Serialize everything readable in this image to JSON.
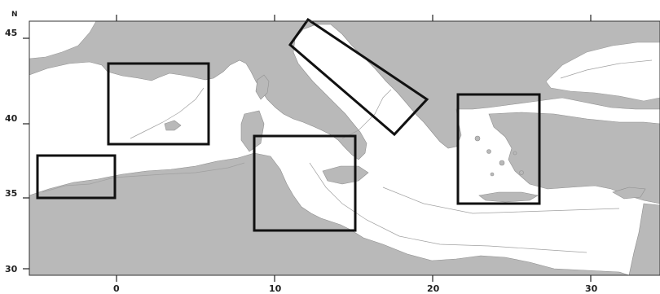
{
  "map": {
    "north_label": "N",
    "lon_labels": [
      {
        "value": 0,
        "text": "0"
      },
      {
        "value": 10,
        "text": "10"
      },
      {
        "value": 20,
        "text": "20"
      },
      {
        "value": 30,
        "text": "30"
      }
    ],
    "lat_labels": [
      {
        "value": 45,
        "text": "45"
      },
      {
        "value": 40,
        "text": "40"
      },
      {
        "value": 35,
        "text": "35"
      },
      {
        "value": 30,
        "text": "30"
      }
    ],
    "colors": {
      "land": "#b9b9b9",
      "sea": "#ffffff",
      "border": "#8a8a8a",
      "contour": "#9a9a9a",
      "box": "#111111",
      "frame": "#333333"
    },
    "study_areas": [
      {
        "id": "alboran",
        "lon": [
          -5,
          0
        ],
        "lat": [
          35,
          37.8
        ]
      },
      {
        "id": "balearic-gulf-of-lion",
        "lon": [
          -0.4,
          5.8
        ],
        "lat": [
          38.5,
          43.5
        ]
      },
      {
        "id": "strait-of-sicily",
        "lon": [
          8.7,
          15
        ],
        "lat": [
          33,
          39.2
        ]
      },
      {
        "id": "aegean",
        "lon": [
          21.5,
          26.5
        ],
        "lat": [
          34.7,
          41.7
        ]
      },
      {
        "id": "adriatic",
        "rotated": true,
        "corners_lon_lat": [
          [
            11,
            45
          ],
          [
            12.8,
            46.6
          ],
          [
            19.4,
            41.6
          ],
          [
            17.3,
            39.2
          ]
        ]
      }
    ]
  }
}
